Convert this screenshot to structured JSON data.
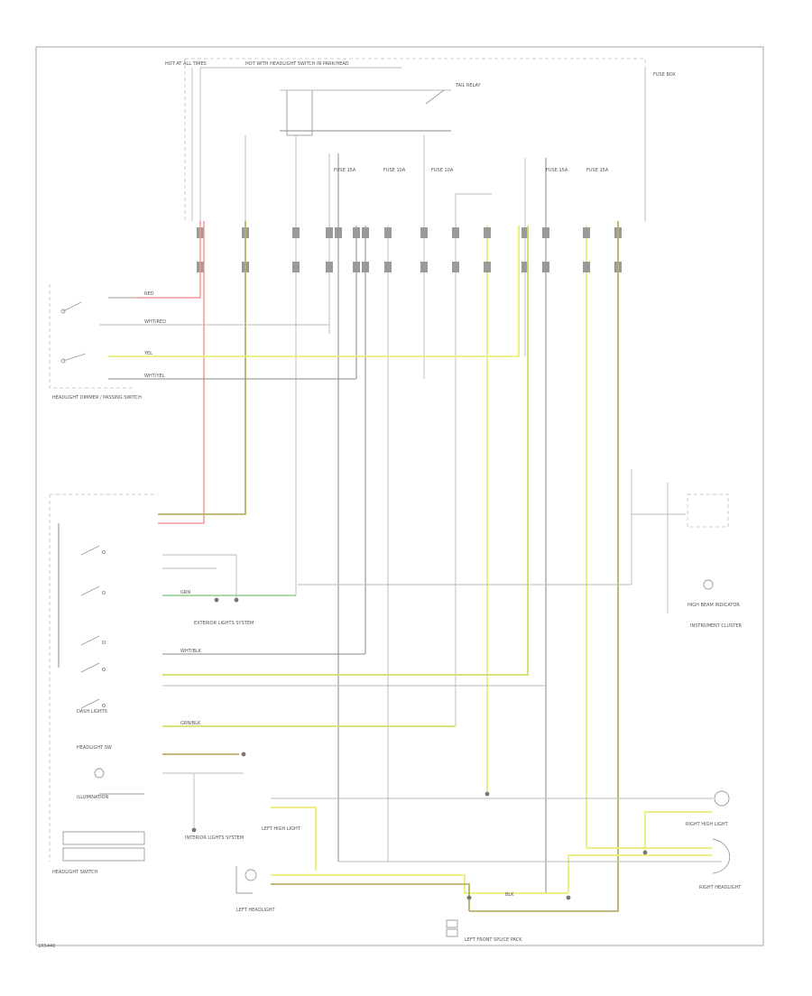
{
  "diagram": {
    "bottom_code": "1R5440",
    "labels": {
      "hot_top": "HOT AT ALL TIMES",
      "hot_with": "HOT WITH HEADLIGHT SWITCH IN PARK/HEAD",
      "fuse_box": "FUSE BOX",
      "tail_relay": "TAIL RELAY",
      "fuse_1": "FUSE 15A",
      "fuse_2": "FUSE 10A",
      "fuse_3": "FUSE 10A",
      "fuse_4": "FUSE 15A",
      "fuse_5": "FUSE 15A",
      "dimmer_switch": "HEADLIGHT DIMMER / PASSING SWITCH",
      "headlight_switch": "HEADLIGHT SWITCH",
      "interior_lights": "INTERIOR LIGHTS SYSTEM",
      "exterior_lights": "EXTERIOR LIGHTS SYSTEM",
      "instrument_cluster": "INSTRUMENT CLUSTER",
      "high_beam_indicator": "HIGH BEAM INDICATOR",
      "left_headlight": "LEFT HEADLIGHT",
      "right_headlight": "RIGHT HEADLIGHT",
      "left_high": "LEFT HIGH LIGHT",
      "right_high": "RIGHT HIGH LIGHT",
      "splice_pack": "LEFT FRONT SPLICE PACK",
      "illumination": "ILLUMINATION",
      "headlight_sw": "HEADLIGHT SW",
      "dash_lights": "DASH LIGHTS",
      "wire_red": "RED",
      "wire_wht_red": "WHT/RED",
      "wire_yel": "YEL",
      "wire_wht_yel": "WHT/YEL",
      "wire_grn": "GRN",
      "wire_wht_blk": "WHT/BLK",
      "wire_blk": "BLK",
      "wire_grn_blk": "GRN/BLK"
    }
  }
}
